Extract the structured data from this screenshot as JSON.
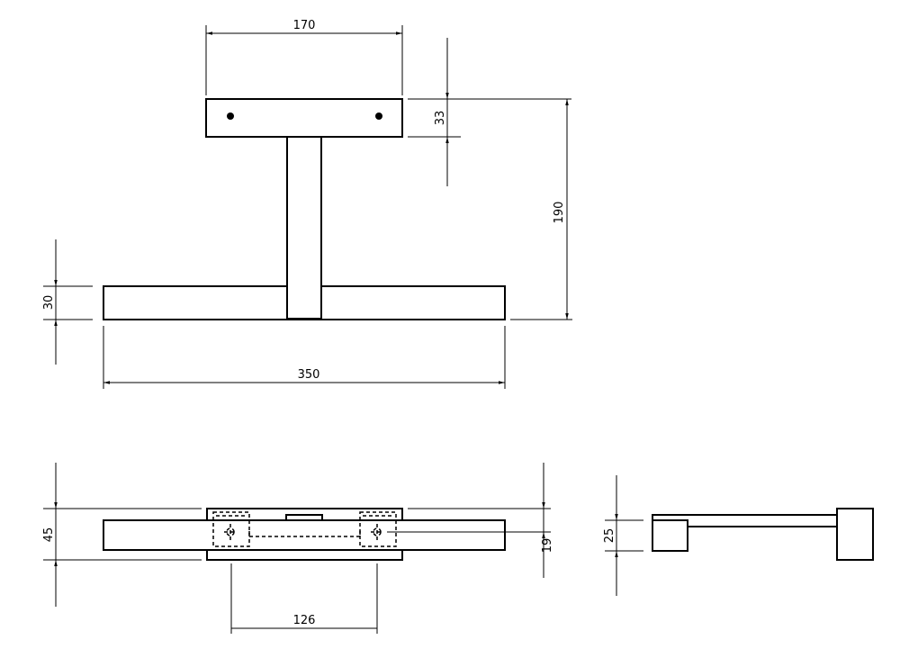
{
  "dimensions": {
    "top_width": "170",
    "top_height": "33",
    "total_height": "190",
    "base_height": "30",
    "base_width": "350",
    "front_depth": "45",
    "front_offset": "19",
    "hole_spacing": "126",
    "side_depth": "25"
  }
}
